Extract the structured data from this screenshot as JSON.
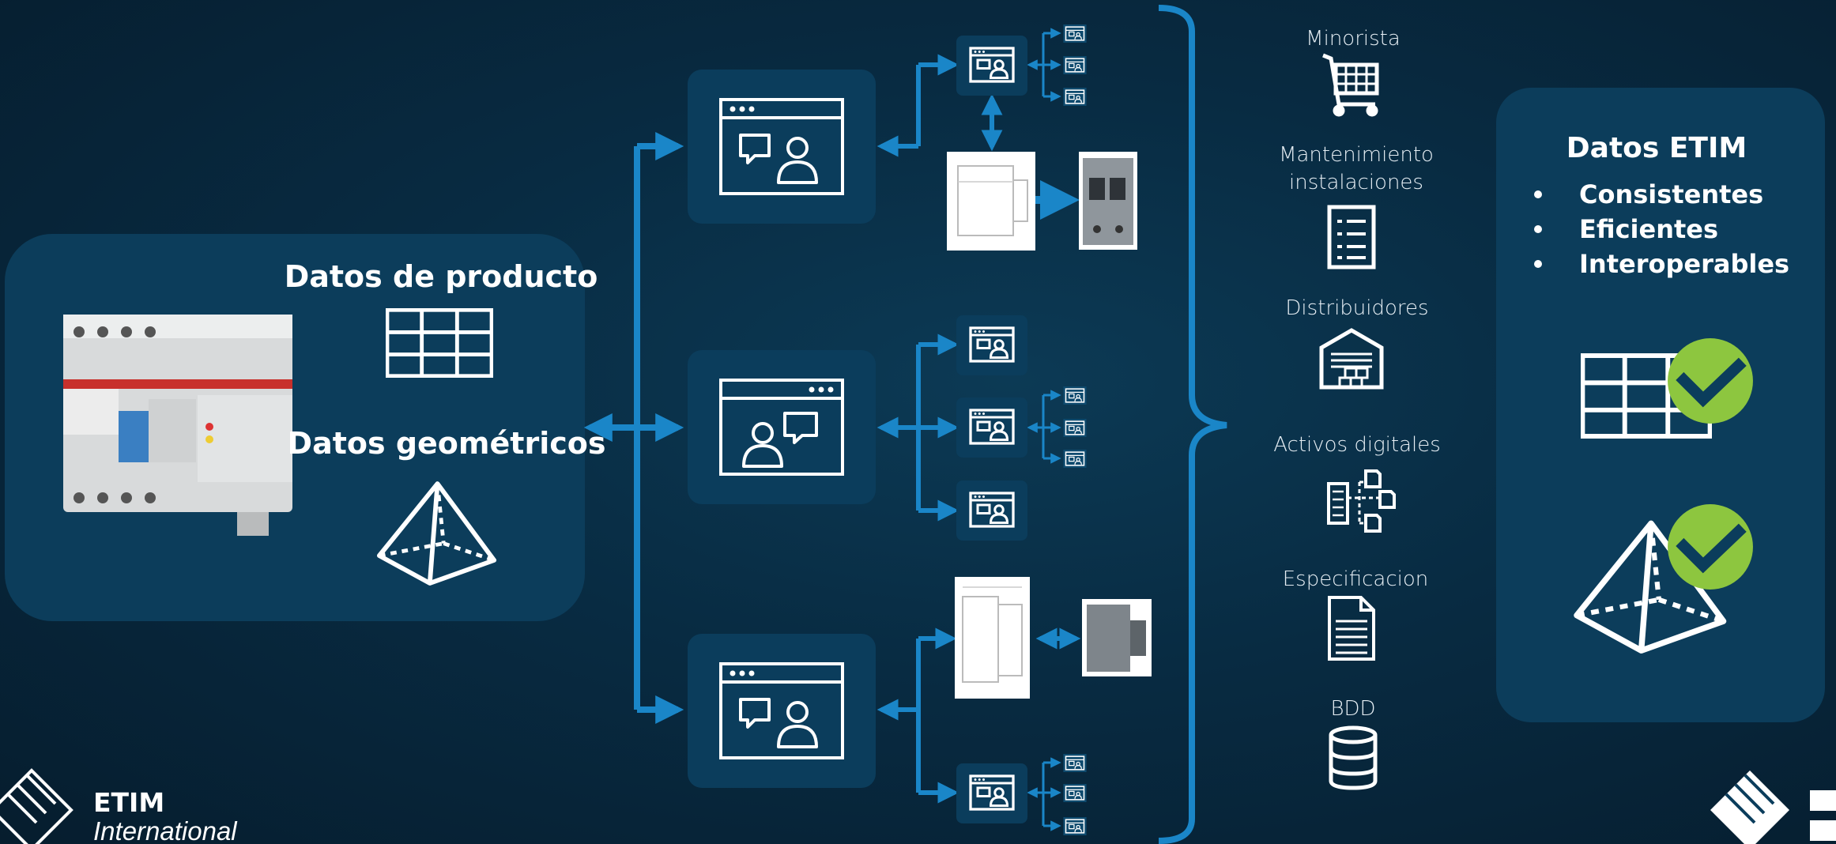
{
  "product_panel": {
    "title_product": "Datos de producto",
    "title_geometric": "Datos geométricos"
  },
  "stakeholders": [
    {
      "label": "Minorista",
      "icon": "shopping-cart-icon"
    },
    {
      "label": "Mantenimiento",
      "label2": "instalaciones",
      "icon": "checklist-icon"
    },
    {
      "label": "Distribuidores",
      "icon": "warehouse-icon"
    },
    {
      "label": "Activos digitales",
      "icon": "digital-assets-icon"
    },
    {
      "label": "Especificacion",
      "icon": "spec-document-icon"
    },
    {
      "label": "BDD",
      "icon": "database-icon"
    }
  ],
  "etim_panel": {
    "title": "Datos ETIM",
    "bullets": [
      "Consistentes",
      "Eficientes",
      "Interoperables"
    ]
  },
  "logos": {
    "left_line1": "ETIM",
    "left_line2": "International"
  },
  "colors": {
    "accent_blue": "#1a86c8",
    "panel": "#0b3d5c",
    "check_green": "#8dc63f"
  }
}
